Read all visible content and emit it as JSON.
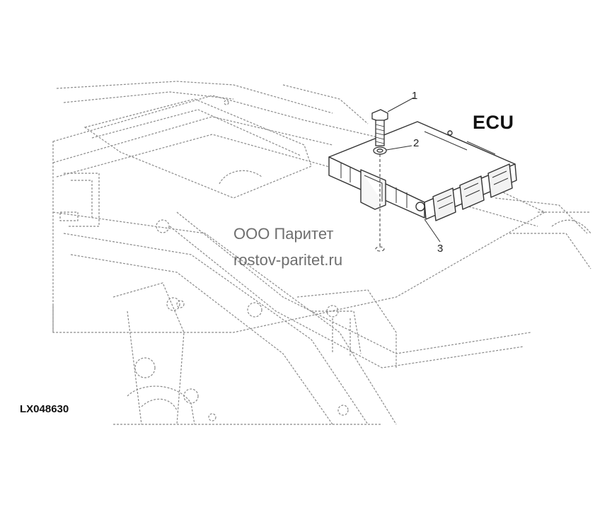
{
  "diagram": {
    "title": "ECU",
    "figure_id": "LX048630",
    "callouts": [
      {
        "label": "1",
        "part": "bolt"
      },
      {
        "label": "2",
        "part": "washer"
      },
      {
        "label": "3",
        "part": "ecu-housing"
      }
    ],
    "watermark": {
      "line1": "ООО Паритет",
      "line2": "rostov-paritet.ru"
    }
  },
  "colors": {
    "line": "#333333",
    "dashed_line": "#8a8a8a",
    "background": "#ffffff"
  }
}
